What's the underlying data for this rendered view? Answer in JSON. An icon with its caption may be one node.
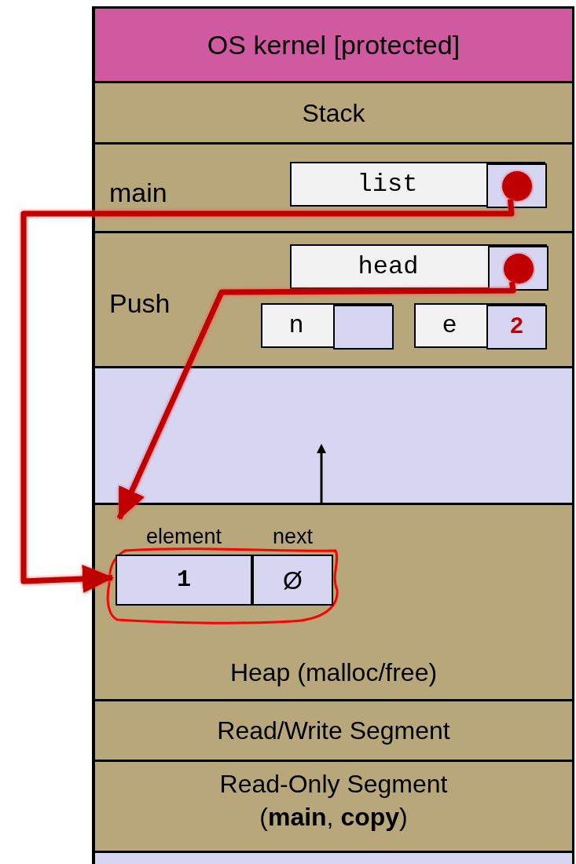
{
  "diagram": {
    "nodes": [
      {
        "text": [
          "OS kernel [protected]"
        ]
      },
      {
        "text": [
          "Stack"
        ]
      },
      {
        "text": [
          "main"
        ]
      },
      {
        "text": [
          "list"
        ],
        "in": 2
      },
      {
        "text": [],
        "shape": "box",
        "in": 3
      },
      {
        "text": [
          "Push"
        ]
      },
      {
        "text": [
          "head"
        ],
        "in": 5
      },
      {
        "text": [],
        "shape": "box",
        "in": 6
      },
      {
        "text": [
          "n"
        ],
        "in": 5
      },
      {
        "text": [],
        "shape": "box",
        "in": 8
      },
      {
        "text": [
          "e"
        ],
        "in": 5
      },
      {
        "text": [
          "2"
        ],
        "in": 10
      },
      {
        "text": [
          "Heap (malloc/free)"
        ]
      },
      {
        "text": [
          "element",
          "next"
        ],
        "in": 12
      },
      {
        "text": [
          "1"
        ],
        "in": 13
      },
      {
        "text": [
          "Ø"
        ],
        "in": 13
      },
      {
        "text": [
          "Read/Write Segment"
        ]
      },
      {
        "text": [
          "Read-Only Segment",
          "(**main**, **copy**)"
        ]
      },
      {
        "text": [],
        "shape": "box"
      }
    ],
    "edges": [
      {
        "from": 4,
        "to": 14,
        "arrow": "to"
      },
      {
        "from": 7,
        "to": 13,
        "arrow": "to"
      }
    ]
  }
}
